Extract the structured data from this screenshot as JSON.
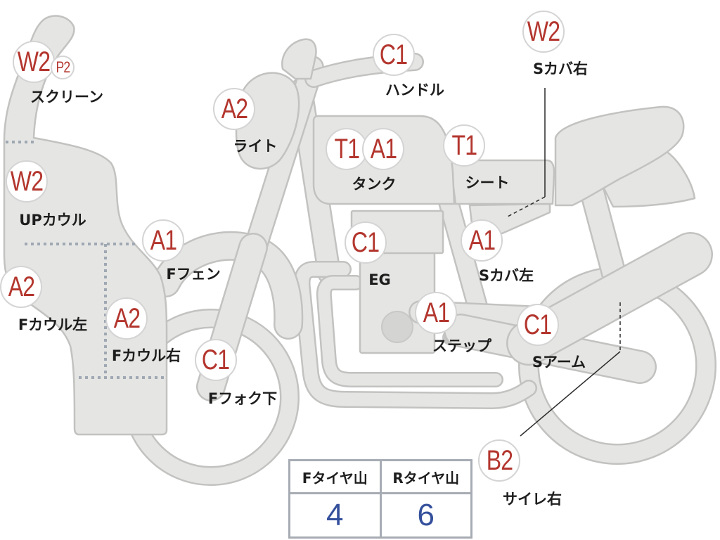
{
  "parts": {
    "screen": {
      "codes": [
        "W2",
        "P2"
      ],
      "name": "スクリーン"
    },
    "up_cowl": {
      "codes": [
        "W2"
      ],
      "name": "UPカウル"
    },
    "f_cowl_left": {
      "codes": [
        "A2"
      ],
      "name": "Fカウル左"
    },
    "f_cowl_right": {
      "codes": [
        "A2"
      ],
      "name": "Fカウル右"
    },
    "f_fender": {
      "codes": [
        "A1"
      ],
      "name": "Fフェン"
    },
    "f_fork_lower": {
      "codes": [
        "C1"
      ],
      "name": "Fフォク下"
    },
    "light": {
      "codes": [
        "A2"
      ],
      "name": "ライト"
    },
    "handle": {
      "codes": [
        "C1"
      ],
      "name": "ハンドル"
    },
    "tank": {
      "codes": [
        "T1",
        "A1"
      ],
      "name": "タンク"
    },
    "seat": {
      "codes": [
        "T1"
      ],
      "name": "シート"
    },
    "s_cover_right": {
      "codes": [
        "W2"
      ],
      "name": "Sカバ右"
    },
    "engine": {
      "codes": [
        "C1"
      ],
      "name": "EG"
    },
    "s_cover_left": {
      "codes": [
        "A1"
      ],
      "name": "Sカバ左"
    },
    "step": {
      "codes": [
        "A1"
      ],
      "name": "ステップ"
    },
    "swing_arm": {
      "codes": [
        "C1"
      ],
      "name": "Sアーム"
    },
    "silencer_right": {
      "codes": [
        "B2"
      ],
      "name": "サイレ右"
    }
  },
  "tire_table": {
    "headers": [
      "Fタイヤ山",
      "Rタイヤ山"
    ],
    "values": [
      "4",
      "6"
    ]
  },
  "colors": {
    "part_fill": "#e5e5e3",
    "part_outline": "#c2c2c0",
    "code_text": "#b3362e",
    "tire_value_text": "#34509c",
    "seam_line": "#9fa8b3"
  }
}
